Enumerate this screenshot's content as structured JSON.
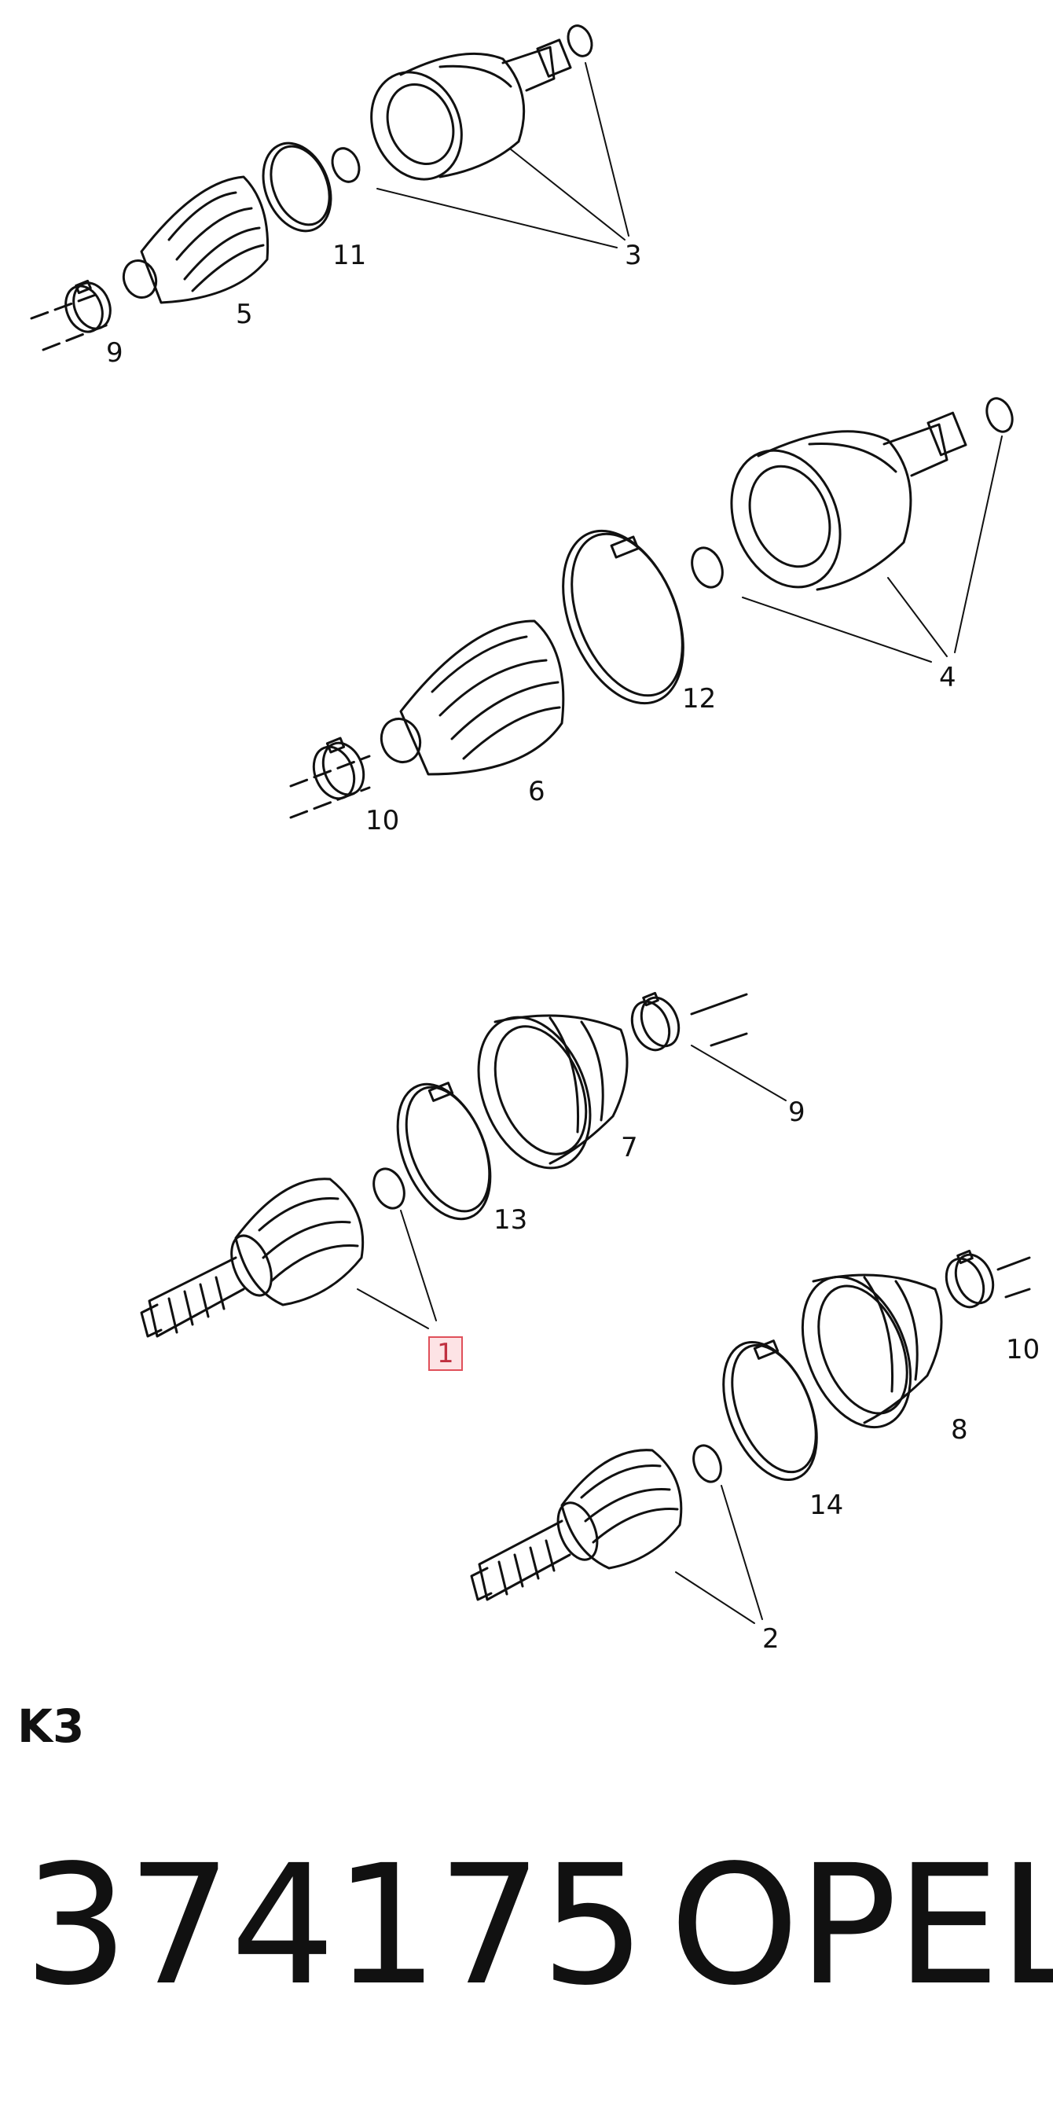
{
  "diagram": {
    "callouts": [
      {
        "id": "label-1",
        "text": "1",
        "highlighted": true
      },
      {
        "id": "label-2",
        "text": "2"
      },
      {
        "id": "label-3",
        "text": "3"
      },
      {
        "id": "label-4",
        "text": "4"
      },
      {
        "id": "label-5",
        "text": "5"
      },
      {
        "id": "label-6",
        "text": "6"
      },
      {
        "id": "label-7",
        "text": "7"
      },
      {
        "id": "label-8",
        "text": "8"
      },
      {
        "id": "label-9a",
        "text": "9"
      },
      {
        "id": "label-9b",
        "text": "9"
      },
      {
        "id": "label-10a",
        "text": "10"
      },
      {
        "id": "label-10b",
        "text": "10"
      },
      {
        "id": "label-11",
        "text": "11"
      },
      {
        "id": "label-12",
        "text": "12"
      },
      {
        "id": "label-13",
        "text": "13"
      },
      {
        "id": "label-14",
        "text": "14"
      }
    ],
    "highlight_color": "#e0505a"
  },
  "footer": {
    "section_code": "K3",
    "part_number": "374175",
    "brand": "OPEL"
  }
}
